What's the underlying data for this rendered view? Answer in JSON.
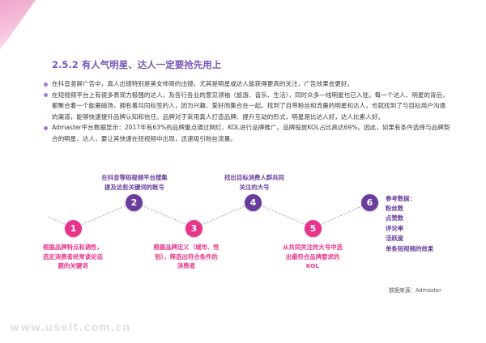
{
  "section_title": "2.5.2 有人气明星、达人一定要抢先用上",
  "bullets": [
    "在抖音竖屏广告中，真人出镜特别是美女帅哥的出镜，尤其是明星或达人能获得更高的关注，广告效果会更好。",
    "在短视频平台上有很多表现力极强的达人，及各行各业的意见领袖（旅游、音乐、生活），同时众多一线明星也已入驻。每一个达人、明星的背后，都聚合着一个能量磁场，拥有着共同标签的人，因为兴趣、爱好而集合在一起。找到了自带粉丝和流量的明星和达人，也就找到了与目标用户沟通的渠道，能够快速提升品牌认知和信任。品牌对于采用真人打造品牌、提升互动的形式，明星是比达人好，达人比素人好。",
    "Admaster平台数据显示：2017年有63%的品牌重点通过网红、KOL进行品牌推广。品牌投放KOL占比高达69%。因此，如果有条件选择与品牌契合的明星、达人，要让其快速在短视频中出现，迅速吸引粉丝流量。"
  ],
  "steps": [
    {
      "number": "1",
      "label": "根据品牌特点和调性，\n选定消费者经常谈论话\n题的关键词"
    },
    {
      "number": "2",
      "label": "在抖音等短视频平台搜集\n提及这些关键词的账号"
    },
    {
      "number": "3",
      "label": "根据品牌定义（城市、性\n别），筛选出符合条件的\n消费者"
    },
    {
      "number": "4",
      "label": "找出目标消费人群共同\n关注的大号"
    },
    {
      "number": "5",
      "label": "从共同关注的大号中选\n出最符合品牌要求的\nKOL"
    },
    {
      "number": "6",
      "label": "参考数据："
    }
  ],
  "reference_data": [
    "粉丝数",
    "点赞数",
    "评论率",
    "活跃度",
    "单条短视频的效果"
  ],
  "source": "数据来源：Admaster",
  "watermark": "www.useit.com.cn",
  "colors": {
    "pink": "#e8348a",
    "purple": "#6a3c9c",
    "title": "#7a56b8",
    "line": "#b3a3cf"
  }
}
